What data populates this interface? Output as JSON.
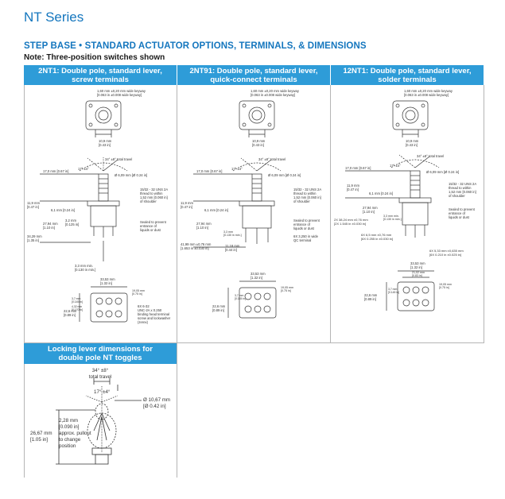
{
  "page": {
    "series_title": "NT Series",
    "section_heading": "STEP BASE • STANDARD ACTUATOR OPTIONS, TERMINALS, & DIMENSIONS",
    "note": "Note: Three-position switches shown"
  },
  "columns": [
    {
      "header_line1": "2NT1: Double pole, standard lever,",
      "header_line2": "screw terminals",
      "keyway_l1": "1,60 mm ±0,20 mm wide keyway",
      "keyway_l2": "[0.063 in ±0.008 wide keyway]",
      "dia_mm": "10,9 mm",
      "dia_in": "[0.43 in]",
      "travel": "34° ±8° total travel",
      "angle": "17° ±4°",
      "len17": "17,0 mm [0.67 in]",
      "bushing": "Ø 6,09 mm [Ø 0.24 in]",
      "thread_l1": "15/32 - 32 UNS 2A",
      "thread_l2": "thread to within",
      "thread_l3": "1,52 mm [0.060 in]",
      "thread_l4": "of shoulder",
      "dim119_mm": "11,9 mm",
      "dim119_in": "[0.47 in]",
      "dim61": "6,1 mm [0.24 in]",
      "dim2794_mm": "27,94 mm",
      "dim2794_in": "[1.10 in]",
      "dim32_mm": "3,2 mm",
      "dim32_in": "[0.125 in]",
      "seal_l1": "Sealed to prevent",
      "seal_l2": "entrance of",
      "seal_l3": "liquids or dust",
      "dim3429_mm": "34,29 mm",
      "dim3429_in": "[1.35 in]",
      "min_mm": "3,3 mm min.",
      "min_in": "[0.130 in min.]",
      "w_mm": "33,53 mm",
      "w_in": "[1.32 in]",
      "h_mm": "22,6 mm",
      "h_in": "[0.89 in]",
      "r1905_mm": "19,05 mm",
      "r1905_in": "[0.75 in]",
      "s1": "3,7 mm",
      "s2": "[0.145 in]",
      "s3": "4,32 mm",
      "s4": "[0.170 in]",
      "term_l1": "6X 6-32",
      "term_l2": "UNC-2A x 0.250",
      "term_l3": "binding head terminal",
      "term_l4": "screw and lockwasher",
      "term_l5": "(zerex)"
    },
    {
      "header_line1": "2NT91: Double pole, standard lever,",
      "header_line2": "quick-connect terminals",
      "keyway_l1": "1,60 mm ±0,20 mm wide keyway",
      "keyway_l2": "[0.063 in ±0.008 wide keyway]",
      "dia_mm": "10,9 mm",
      "dia_in": "[0.43 in]",
      "travel": "34° ±8° total travel",
      "angle": "17° ±4°",
      "len17": "17,0 mm [0.67 in]",
      "bushing": "Ø 6,09 mm [Ø 0.24 in]",
      "thread_l1": "15/32 - 32 UNS 2A",
      "thread_l2": "thread to within",
      "thread_l3": "1,52 mm [0.060 in]",
      "thread_l4": "of shoulder",
      "dim119_mm": "11,9 mm",
      "dim119_in": "[0.47 in]",
      "dim61": "6,1 mm [0.24 in]",
      "dim2794_mm": "27,94 mm",
      "dim2794_in": "[1.10 in]",
      "dim32_mm": "3,3 mm",
      "dim32_in": "[0.130 in min.]",
      "seal_l1": "Sealed to prevent",
      "seal_l2": "entrance of",
      "seal_l3": "liquids or dust",
      "dim4199_mm": "41,99 mm ±0,76 mm",
      "dim4199_in": "[1.653 in ±0.030 in]",
      "dim1189_mm": "11,18 mm",
      "dim1189_in": "[0.44 in]",
      "qc_l1": "6X 3,250 in wide",
      "qc_l2": "QC terminal",
      "w_mm": "33,53 mm",
      "w_in": "[1.32 in]",
      "h_mm": "22,6 mm",
      "h_in": "[0.89 in]",
      "r1905_mm": "19,05 mm",
      "r1905_in": "[0.75 in]",
      "s1": "3,7 mm",
      "s2": "[0.145 in]"
    },
    {
      "header_line1": "12NT1: Double pole, standard lever,",
      "header_line2": "solder terminals",
      "keyway_l1": "1,60 mm ±0,20 mm wide keyway",
      "keyway_l2": "[0.063 in ±0.008 wide keyway]",
      "dia_mm": "10,9 mm",
      "dia_in": "[0.43 in]",
      "travel": "34° ±8° total travel",
      "angle": "17° ±4°",
      "len17": "17,0 mm [0.67 in]",
      "bushing": "Ø 6,09 mm [Ø 0.24 in]",
      "thread_l1": "15/32 - 32 UNS 2A",
      "thread_l2": "thread to within",
      "thread_l3": "1,52 mm [0.060 in]",
      "thread_l4": "of shoulder",
      "dim119_mm": "11,9 mm",
      "dim119_in": "[0.47 in]",
      "dim61": "6,1 mm [0.24 in]",
      "dim2794_mm": "27,94 mm",
      "dim2794_in": "[1.10 in]",
      "dim32_mm": "3,3 mm min.",
      "dim32_in": "[0.130 in min.]",
      "seal_l1": "Sealed to prevent",
      "seal_l2": "entrance of",
      "seal_l3": "liquids or dust",
      "dim2x_mm": "2X 38,24 mm ±0,76 mm",
      "dim2x_in": "[2X 1.545 in ±0.030 in]",
      "dim6x_mm": "6X 6,5 mm ±0,76 mm",
      "dim6x_in": "[6X 0.255 in ±0.030 in]",
      "dim6x2_mm": "6X 5,33 mm ±0,635 mm",
      "dim6x2_in": "[6X 0.210 in ±0.025 in]",
      "w_mm": "33,53 mm",
      "w_in": "[1.32 in]",
      "h_mm": "22,6 mm",
      "h_in": "[0.89 in]",
      "r1905_mm": "19,05 mm",
      "r1905_in": "[0.75 in]",
      "s1": "3,7 mm",
      "s2": "[0.145 in]",
      "w2_mm": "21,02 mm",
      "w2_in": "[0.83 in]"
    }
  ],
  "locking": {
    "header_line1": "Locking lever dimensions for",
    "header_line2": "double pole NT toggles",
    "travel_l1": "34° ±8°",
    "travel_l2": "total travel",
    "angle": "17° ±4°",
    "dia_mm": "Ø 10,67 mm",
    "dia_in": "[Ø 0.42 in]",
    "pull_l1": "2,28 mm",
    "pull_l2": "[0.090 in]",
    "pull_l3": "approx. pullout",
    "pull_l4": "to change",
    "pull_l5": "position",
    "len_l1": "26,67 mm",
    "len_l2": "[1.05 in]"
  }
}
